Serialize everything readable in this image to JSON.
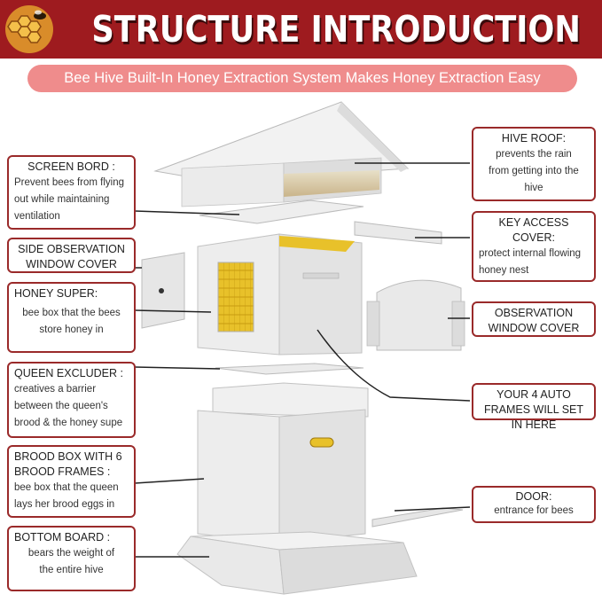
{
  "header": {
    "title": "STRUCTURE INTRODUCTION",
    "subtitle": "Bee Hive Built-In Honey Extraction System Makes Honey Extraction Easy"
  },
  "labels": {
    "screen_bord": {
      "title": "SCREEN BORD :",
      "desc": "Prevent bees from flying out while maintaining ventilation"
    },
    "side_observation": {
      "title": "SIDE OBSERVATION WINDOW COVER"
    },
    "honey_super": {
      "title": "HONEY SUPER:",
      "desc": "bee box that the bees store honey in"
    },
    "queen_excluder": {
      "title": "QUEEN EXCLUDER :",
      "desc": "creatives a barrier between the queen's brood & the honey supe"
    },
    "brood_box": {
      "title": "BROOD BOX WITH 6 BROOD FRAMES :",
      "desc": "bee box that the queen lays her brood eggs in"
    },
    "bottom_board": {
      "title": "BOTTOM BOARD :",
      "desc": "bears the weight of the entire hive"
    },
    "hive_roof": {
      "title": "HIVE ROOF:",
      "desc": "prevents the rain from getting into the hive"
    },
    "key_access": {
      "title": "KEY ACCESS COVER:",
      "desc": "protect internal flowing honey nest"
    },
    "observation_window": {
      "title": "OBSERVATION WINDOW COVER"
    },
    "auto_frames": {
      "title": "YOUR 4 AUTO FRAMES WILL SET IN HERE"
    },
    "door": {
      "title": "DOOR:",
      "desc": "entrance for bees"
    }
  },
  "colors": {
    "header_bg": "#9e1b1f",
    "subtitle_bg": "#ef8c8c",
    "box_border": "#9a2a2a",
    "honey": "#e8c12a"
  }
}
